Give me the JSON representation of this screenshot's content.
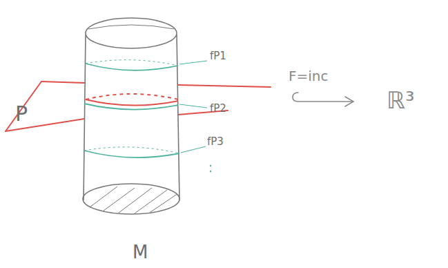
{
  "diagram": {
    "labels": [
      "P",
      "fP1",
      "fP2",
      "fP3",
      "F=inc",
      "ℝ³",
      "M"
    ]
  }
}
